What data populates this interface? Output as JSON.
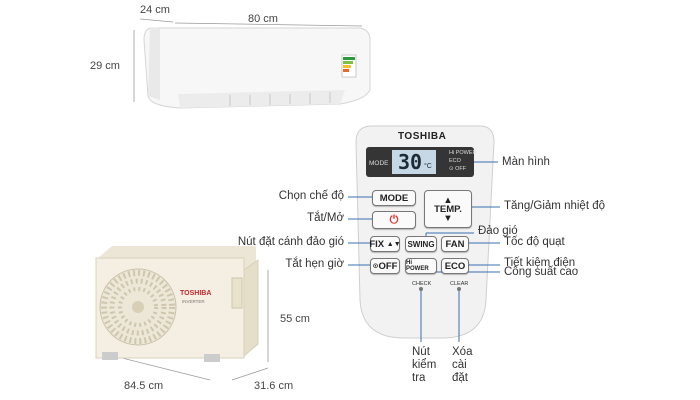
{
  "indoor": {
    "depth": "24 cm",
    "width": "80 cm",
    "height": "29 cm"
  },
  "outdoor": {
    "height": "55 cm",
    "width": "84.5 cm",
    "depth": "31.6 cm",
    "brand": "TOSHIBA",
    "subbrand": "INVERTER"
  },
  "remote": {
    "brand": "TOSHIBA",
    "mode_text": "MODE",
    "temp_display": "30",
    "temp_unit": "°C",
    "hi_power_ind": "Hi POWER",
    "eco_ind": "ECO",
    "off_ind": "OFF",
    "buttons": {
      "mode": "MODE",
      "temp": "TEMP.",
      "fix": "FIX",
      "swing": "SWING",
      "fan": "FAN",
      "off": "OFF",
      "hipower": "Hi POWER",
      "eco": "ECO",
      "check": "CHECK",
      "clear": "CLEAR"
    }
  },
  "labels": {
    "screen": "Màn hình",
    "mode": "Chọn chế độ",
    "onoff": "Tắt/Mở",
    "temp": "Tăng/Giảm nhiệt độ",
    "swing": "Đảo gió",
    "fan": "Tốc độ quạt",
    "fix": "Nút đặt cánh đảo gió",
    "timer": "Tắt hẹn giờ",
    "eco": "Tiết kiệm điện",
    "hipower": "Công suất cao",
    "check": [
      "Nút",
      "kiểm",
      "tra"
    ],
    "clear": [
      "Xóa",
      "cài",
      "đặt"
    ]
  }
}
